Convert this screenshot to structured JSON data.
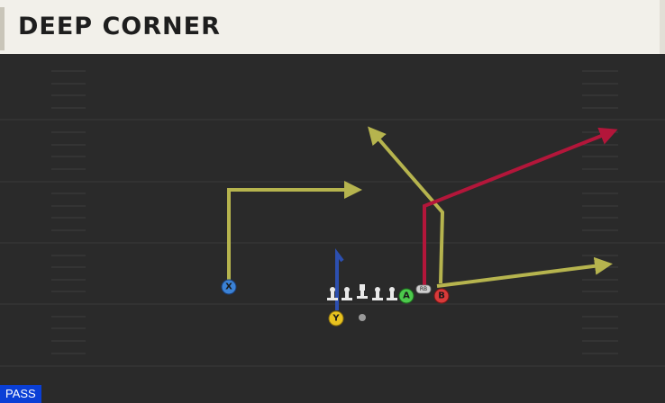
{
  "play": {
    "title": "DEEP CORNER",
    "type_badge": "PASS"
  },
  "players": {
    "x": {
      "label": "X",
      "color": "#3b82d6"
    },
    "y": {
      "label": "Y",
      "color": "#e8c21f"
    },
    "a": {
      "label": "A",
      "color": "#4cc94c"
    },
    "b": {
      "label": "B",
      "color": "#d83a3a"
    },
    "rb": {
      "label": "RB",
      "color": "#cfcfcf"
    }
  },
  "colors": {
    "route_main": "#b6b44e",
    "route_b": "#b3163a",
    "route_block": "#2c4fb0",
    "field": "#2a2a2a",
    "yard_line": "#3a3a3a"
  }
}
